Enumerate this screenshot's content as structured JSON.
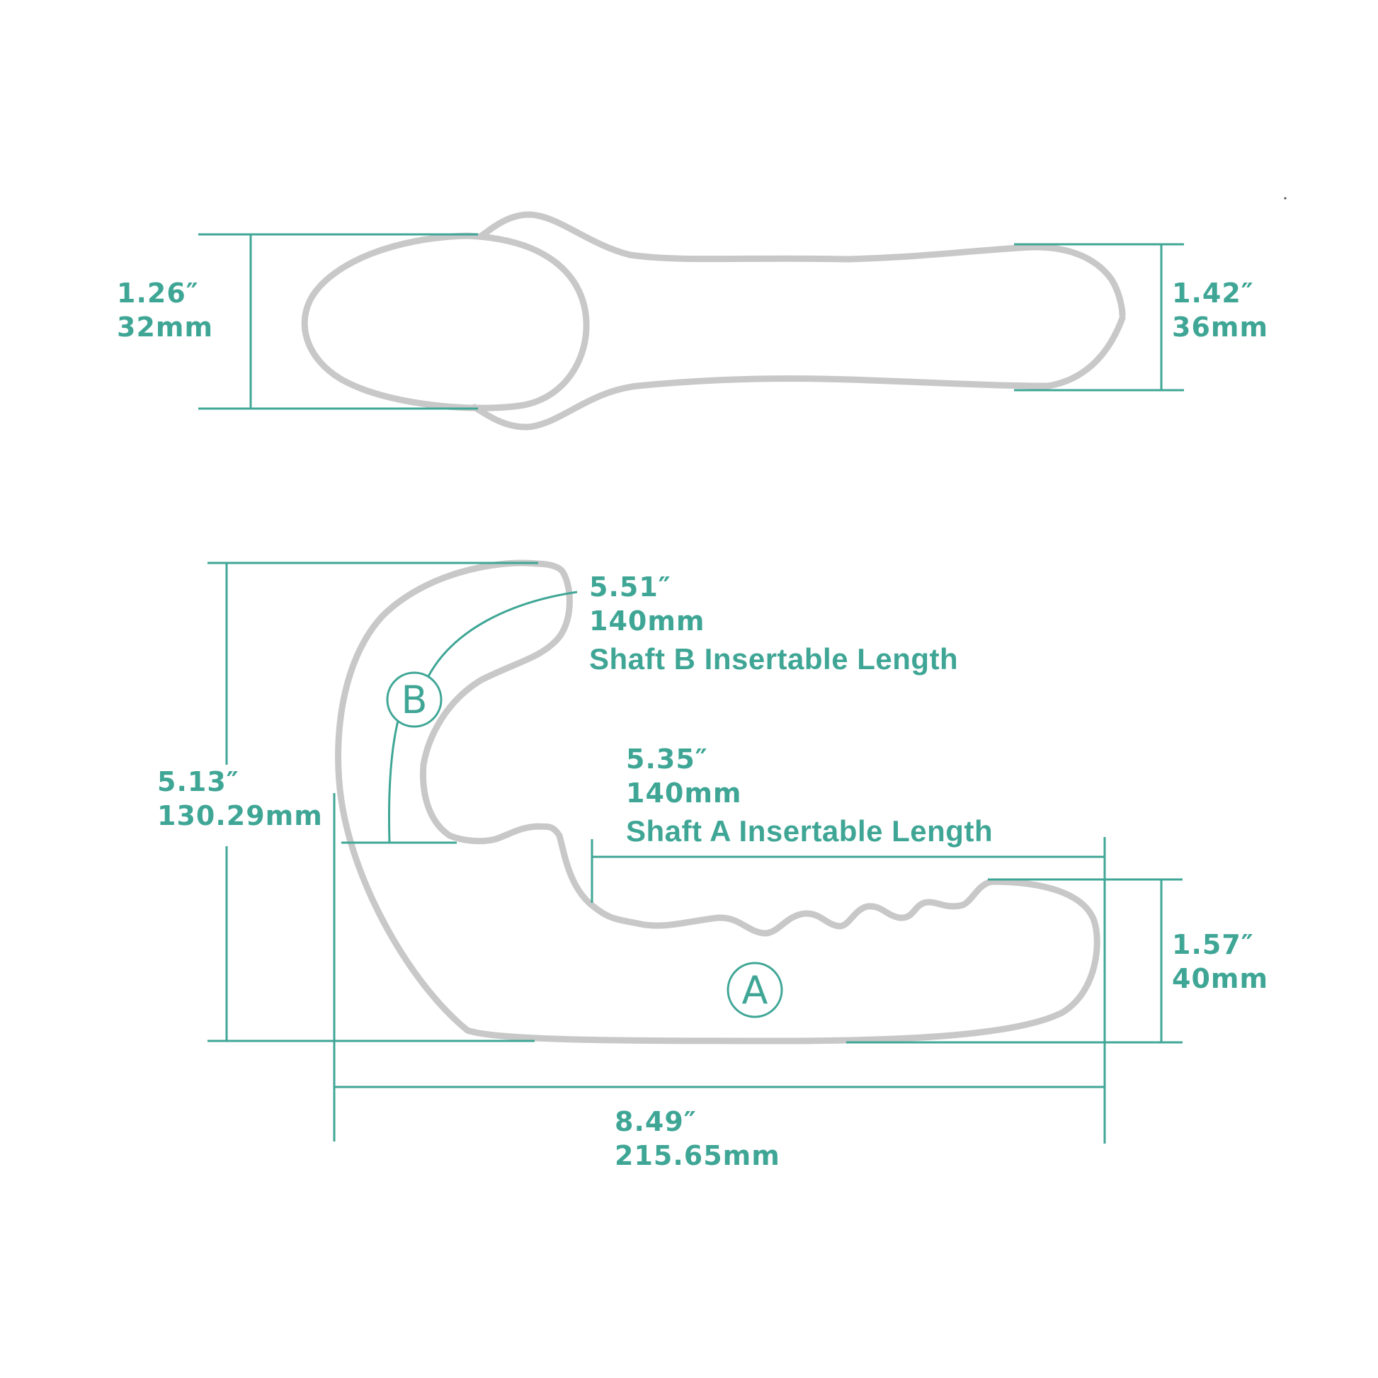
{
  "diagram": {
    "colors": {
      "outline": "#c8c8c8",
      "dimension": "#3fa696",
      "background": "#ffffff"
    },
    "top_view": {
      "left_width": {
        "inches": "1.26″",
        "mm": "32mm"
      },
      "right_width": {
        "inches": "1.42″",
        "mm": "36mm"
      }
    },
    "side_view": {
      "shaft_b": {
        "marker": "B",
        "inches": "5.51″",
        "mm": "140mm",
        "caption": "Shaft B Insertable Length"
      },
      "shaft_a": {
        "marker": "A",
        "inches": "5.35″",
        "mm": "140mm",
        "caption": "Shaft A Insertable Length"
      },
      "total_height": {
        "inches": "5.13″",
        "mm": "130.29mm"
      },
      "shaft_a_diameter": {
        "inches": "1.57″",
        "mm": "40mm"
      },
      "total_length": {
        "inches": "8.49″",
        "mm": "215.65mm"
      }
    }
  }
}
